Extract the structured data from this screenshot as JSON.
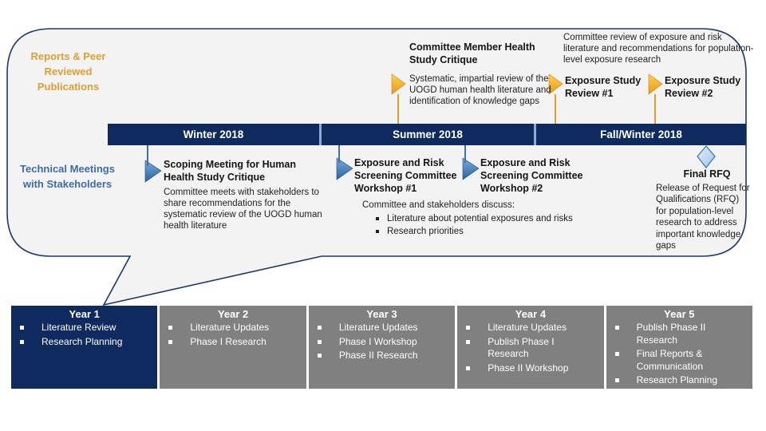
{
  "colors": {
    "navy": "#0f2a5f",
    "bubble_border": "#1f3864",
    "gold": "#dd9e33",
    "steel_blue": "#3f6ba8",
    "gray": "#808080",
    "divider": "#8ea9db",
    "line_blue": "#41719c"
  },
  "side_labels": {
    "reports": "Reports & Peer Reviewed Publications",
    "technical": "Technical Meetings with Stakeholders"
  },
  "timeline": {
    "segments": [
      "Winter 2018",
      "Summer 2018",
      "Fall/Winter 2018"
    ]
  },
  "top_milestones": {
    "critique": {
      "title": "Committee Member Health Study Critique",
      "desc": "Systematic, impartial review of the UOGD human health literature and identification of knowledge gaps"
    },
    "review_note": "Committee review of exposure and risk literature and recommendations for population-level exposure research",
    "review1": {
      "title": "Exposure Study Review #1"
    },
    "review2": {
      "title": "Exposure Study Review #2"
    }
  },
  "bottom_milestones": {
    "scoping": {
      "title": "Scoping Meeting for Human Health Study Critique",
      "desc": "Committee meets with stakeholders to share recommendations for the systematic review of the UOGD human health literature"
    },
    "workshop1": {
      "title": "Exposure and Risk Screening Committee Workshop #1"
    },
    "workshop2": {
      "title": "Exposure and Risk Screening Committee Workshop #2"
    },
    "discussion": {
      "lead": "Committee and stakeholders discuss:",
      "bullets": [
        "Literature about potential exposures and risks",
        "Research priorities"
      ]
    },
    "final_rfq": {
      "title": "Final RFQ",
      "desc": "Release of Request for Qualifications (RFQ) for population-level research to address important knowledge gaps"
    }
  },
  "years": [
    {
      "label": "Year 1",
      "items": [
        "Literature Review",
        "Research Planning"
      ]
    },
    {
      "label": "Year 2",
      "items": [
        "Literature Updates",
        "Phase I Research"
      ]
    },
    {
      "label": "Year 3",
      "items": [
        "Literature Updates",
        "Phase I Workshop",
        "Phase II Research"
      ]
    },
    {
      "label": "Year 4",
      "items": [
        "Literature Updates",
        "Publish Phase I Research",
        "Phase II Workshop"
      ]
    },
    {
      "label": "Year 5",
      "items": [
        "Publish Phase II Research",
        "Final Reports & Communication",
        "Research Planning"
      ]
    }
  ]
}
